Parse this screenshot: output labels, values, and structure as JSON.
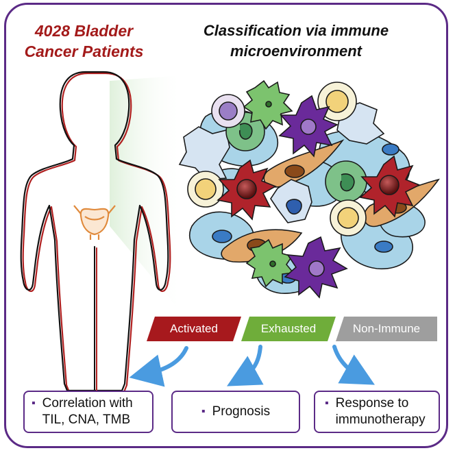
{
  "left_title": {
    "line1": "4028 Bladder",
    "line2": "Cancer Patients"
  },
  "right_title": {
    "line1": "Classification via immune",
    "line2": "microenvironment"
  },
  "classes": [
    {
      "label": "Activated",
      "color": "#a7191d"
    },
    {
      "label": "Exhausted",
      "color": "#6fad3a"
    },
    {
      "label": "Non-Immune",
      "color": "#9e9e9e"
    }
  ],
  "outcomes": [
    {
      "lines": [
        "Correlation with",
        "TIL, CNA, TMB"
      ]
    },
    {
      "lines": [
        "Prognosis"
      ]
    },
    {
      "lines": [
        "Response to",
        "immunotherapy"
      ]
    }
  ],
  "colors": {
    "frame": "#5b2a86",
    "title_red": "#a31a1a",
    "arrow_blue": "#4a9be0",
    "bladder_orange": "#e08a3c"
  }
}
